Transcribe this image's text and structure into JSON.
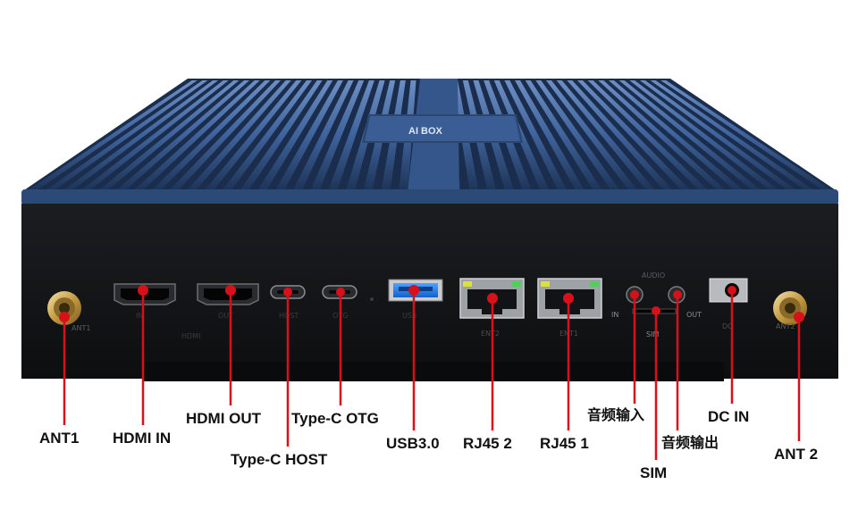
{
  "product": {
    "badge_text": "AI BOX",
    "body_color": "#141517",
    "heatsink_color": "#2c4a78",
    "callout_color": "#d8101a"
  },
  "panel_markings": {
    "ant1": "ANT1",
    "ant2": "ANT2",
    "hdmi_in": "IN",
    "hdmi_out": "OUT",
    "hdmi_group": "HDMI",
    "typec_host": "HOST",
    "typec_otg": "OTG",
    "usb": "USB",
    "eth2": "ENT2",
    "eth1": "ENT1",
    "audio": "AUDIO",
    "audio_in": "IN",
    "audio_out": "OUT",
    "sim": "SIM",
    "dc": "DC"
  },
  "callouts": {
    "ant1": "ANT1",
    "hdmi_in": "HDMI IN",
    "hdmi_out": "HDMI OUT",
    "typec_host": "Type-C HOST",
    "typec_otg": "Type-C OTG",
    "usb30": "USB3.0",
    "rj45_2": "RJ45 2",
    "rj45_1": "RJ45 1",
    "audio_in": "音频输入",
    "sim": "SIM",
    "audio_out": "音频输出",
    "dc_in": "DC IN",
    "ant2": "ANT 2"
  }
}
